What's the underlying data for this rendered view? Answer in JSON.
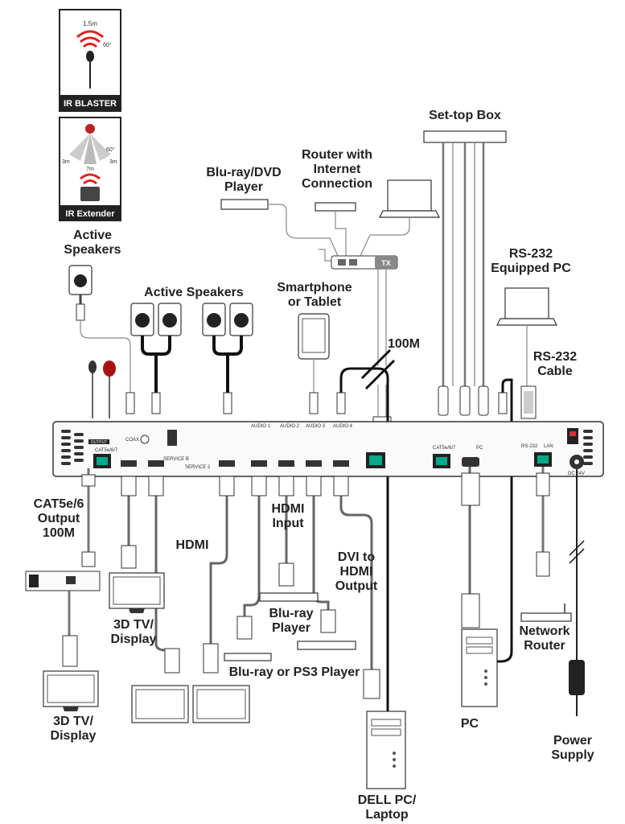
{
  "labels": {
    "ir_blaster_badge": "IR BLASTER",
    "ir_blaster_distance": "1.5m",
    "ir_blaster_angle": "60°",
    "ir_extender_badge": "IR Extender",
    "ir_extender_angle": "60°",
    "ir_extender_left": "3m",
    "ir_extender_right": "3m",
    "ir_extender_center": "7m",
    "active_speakers_left": [
      "Active",
      "Speakers"
    ],
    "active_speakers_top": "Active Speakers",
    "smartphone": [
      "Smartphone",
      "or Tablet"
    ],
    "bluray_dvd": [
      "Blu-ray/DVD",
      "Player"
    ],
    "router_internet": [
      "Router with",
      "Internet",
      "Connection"
    ],
    "settop": "Set-top Box",
    "rs232_pc": [
      "RS-232",
      "Equipped PC"
    ],
    "rs232_cable": [
      "RS-232",
      "Cable"
    ],
    "hundred_m": "100M",
    "tx_badge": "TX",
    "cat_output": [
      "CAT5e/6",
      "Output",
      "100M"
    ],
    "hdmi": "HDMI",
    "hdmi_input": [
      "HDMI",
      "Input"
    ],
    "dvi_hdmi": [
      "DVI to",
      "HDMI",
      "Output"
    ],
    "tv_left": [
      "3D TV/",
      "Display"
    ],
    "tv_center": [
      "3D TV/",
      "Display"
    ],
    "bluray_player": [
      "Blu-ray",
      "Player"
    ],
    "bluray_ps3": "Blu-ray or PS3 Player",
    "network_router": [
      "Network",
      "Router"
    ],
    "pc": "PC",
    "dell_pc": [
      "DELL PC/",
      "Laptop"
    ],
    "power_supply": [
      "Power",
      "Supply"
    ]
  },
  "panel_labels": {
    "output": "OUTPUT",
    "coax": "COAX",
    "catse_left": "CAT5e/6/7",
    "service_b": "SERVICE B",
    "service_2": "SERVICE 2",
    "audio_1": "AUDIO 1",
    "audio_2": "AUDIO 2",
    "audio_3": "AUDIO 3",
    "audio_4": "AUDIO 4",
    "catse_right": "CAT5e/6/7",
    "pc_port": "PC",
    "rs232": "RS-232",
    "lan": "LAN",
    "dc": "DC 24V"
  }
}
